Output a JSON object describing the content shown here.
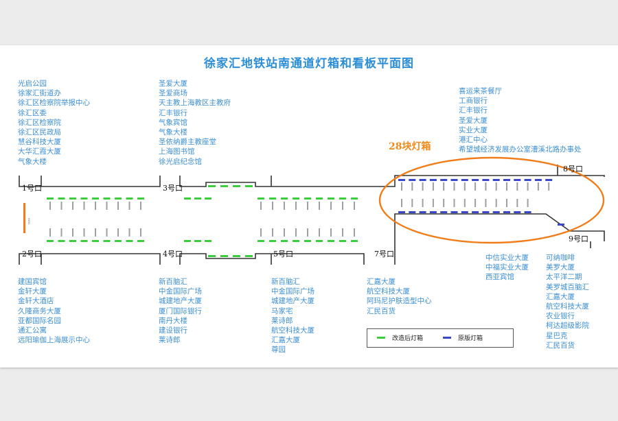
{
  "title": "徐家汇地铁站南通道灯箱和看板平面图",
  "count_label": "28块灯箱",
  "colors": {
    "new_box": "#3ccd3c",
    "old_box": "#3a48c8",
    "ellipse": "#f07d1a",
    "text": "#3d8fd1",
    "wall": "#333333"
  },
  "exits": {
    "exit1": "1号口",
    "exit2": "2号口",
    "exit3": "3号口",
    "exit4": "4号口",
    "exit5": "5号口",
    "exit7": "7号口",
    "exit8": "8号口",
    "exit9": "9号口"
  },
  "lists": {
    "exit1": [
      "光启公园",
      "徐家汇街道办",
      "徐汇区检察院举报中心",
      "徐汇区委",
      "徐汇区检察院",
      "徐汇区民政局",
      "慧谷科技大厦",
      "大华汇霞大厦",
      "气象大楼"
    ],
    "exit3": [
      "圣爱大厦",
      "圣爱商场",
      "天主教上海教区主教府",
      "汇丰银行",
      "气象宾馆",
      "气象大楼",
      "圣依纳爵主教座堂",
      "上海图书馆",
      "徐光启纪念馆"
    ],
    "exit8": [
      "喜运来茶餐厅",
      "工商银行",
      "汇丰银行",
      "圣爱大厦",
      "实业大厦",
      "港汇中心",
      "希望城经济发展办公室漕溪北路办事处"
    ],
    "exit2": [
      "建国宾馆",
      "金轩大厦",
      "金轩大酒店",
      "久隆商务大厦",
      "亚都国际名园",
      "通汇公寓",
      "远阳瑜伽上海展示中心"
    ],
    "exit4": [
      "新百脑汇",
      "中金国际广场",
      "城建地产大厦",
      "厦门国际银行",
      "南丹大楼",
      "建设银行",
      "莱诗郎"
    ],
    "exit5": [
      "新百脑汇",
      "中金国际广场",
      "城建地产大厦",
      "马家宅",
      "莱诗郎",
      "航空科技大厦",
      "汇嘉大厦",
      "尊园"
    ],
    "exit7": [
      "汇嘉大厦",
      "航空科技大厦",
      "阿玛尼护肤造型中心",
      "汇民百货"
    ],
    "exit9a": [
      "中信实业大厦",
      "中福实业大厦",
      "西亚宾馆"
    ],
    "exit9b": [
      "可纳咖啡",
      "美罗大厦",
      "太平洋二期",
      "美罗城百脑汇",
      "汇嘉大厦",
      "航空科技大厦",
      "农业银行",
      "柯达超级影院",
      "星巴克",
      "汇民百货"
    ]
  },
  "legend": {
    "new": "改造后灯箱",
    "old": "原版灯箱"
  }
}
